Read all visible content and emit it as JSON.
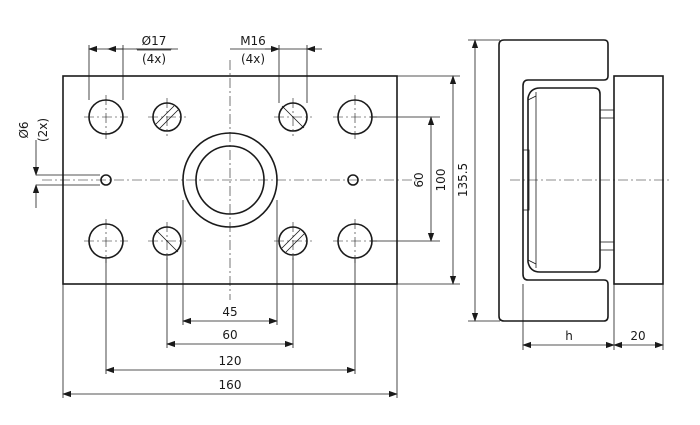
{
  "dimensions": {
    "hole17_diameter": "Ø17",
    "hole17_count": "(4x)",
    "thread_size": "M16",
    "thread_count": "(4x)",
    "pin_diameter": "Ø6",
    "pin_count": "(2x)",
    "width_45": "45",
    "width_60": "60",
    "width_120": "120",
    "width_160": "160",
    "height_60": "60",
    "height_100": "100",
    "height_135_5": "135.5",
    "side_h": "h",
    "side_20": "20"
  }
}
